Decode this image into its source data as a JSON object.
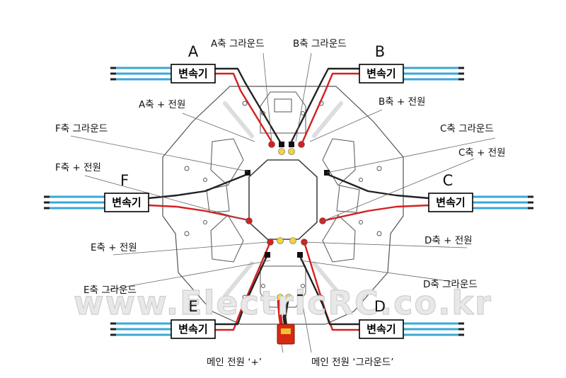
{
  "watermark": "www.ElectricRC.co.kr",
  "arms": [
    {
      "id": "A",
      "letter": "A",
      "esc_label": "변속기"
    },
    {
      "id": "B",
      "letter": "B",
      "esc_label": "변속기"
    },
    {
      "id": "C",
      "letter": "C",
      "esc_label": "변속기"
    },
    {
      "id": "D",
      "letter": "D",
      "esc_label": "변속기"
    },
    {
      "id": "E",
      "letter": "E",
      "esc_label": "변속기"
    },
    {
      "id": "F",
      "letter": "F",
      "esc_label": "변속기"
    }
  ],
  "labels": {
    "a_ground": "A축 그라운드",
    "b_ground": "B축 그라운드",
    "a_power": "A축 + 전원",
    "b_power": "B축 + 전원",
    "f_ground": "F축 그라운드",
    "c_ground": "C축 그라운드",
    "f_power": "F축 + 전원",
    "c_power": "C축 + 전원",
    "e_power": "E축 + 전원",
    "d_power": "D축 + 전원",
    "e_ground": "E축 그라운드",
    "d_ground": "D축 그라운드",
    "main_power_plus": "메인 전원 ‘+’",
    "main_power_ground": "메인 전원 ‘그라운드’"
  },
  "colors": {
    "power_wire": "#d42020",
    "ground_wire": "#222222",
    "motor_wire": "#3aa7d8",
    "pad_power": "#d42020",
    "pad_signal": "#f2d53c",
    "connector": "#d62b12"
  }
}
